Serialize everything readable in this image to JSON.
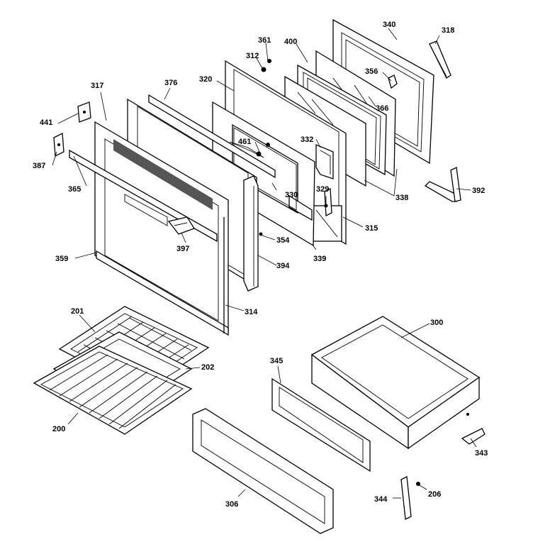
{
  "parts": [
    {
      "id": "p361",
      "label": "361"
    },
    {
      "id": "p312",
      "label": "312"
    },
    {
      "id": "p400",
      "label": "400"
    },
    {
      "id": "p340",
      "label": "340"
    },
    {
      "id": "p318",
      "label": "318"
    },
    {
      "id": "p376",
      "label": "376"
    },
    {
      "id": "p320",
      "label": "320"
    },
    {
      "id": "p356",
      "label": "356"
    },
    {
      "id": "p317",
      "label": "317"
    },
    {
      "id": "p366",
      "label": "366"
    },
    {
      "id": "p441",
      "label": "441"
    },
    {
      "id": "p461",
      "label": "461"
    },
    {
      "id": "p332",
      "label": "332"
    },
    {
      "id": "p387",
      "label": "387"
    },
    {
      "id": "p338",
      "label": "338"
    },
    {
      "id": "p392",
      "label": "392"
    },
    {
      "id": "p365",
      "label": "365"
    },
    {
      "id": "p330",
      "label": "330"
    },
    {
      "id": "p329",
      "label": "329"
    },
    {
      "id": "p315",
      "label": "315"
    },
    {
      "id": "p397",
      "label": "397"
    },
    {
      "id": "p354",
      "label": "354"
    },
    {
      "id": "p359",
      "label": "359"
    },
    {
      "id": "p339",
      "label": "339"
    },
    {
      "id": "p394",
      "label": "394"
    },
    {
      "id": "p314",
      "label": "314"
    },
    {
      "id": "p201",
      "label": "201"
    },
    {
      "id": "p300",
      "label": "300"
    },
    {
      "id": "p202",
      "label": "202"
    },
    {
      "id": "p345",
      "label": "345"
    },
    {
      "id": "p200",
      "label": "200"
    },
    {
      "id": "p343",
      "label": "343"
    },
    {
      "id": "p206",
      "label": "206"
    },
    {
      "id": "p344",
      "label": "344"
    },
    {
      "id": "p306",
      "label": "306"
    }
  ]
}
